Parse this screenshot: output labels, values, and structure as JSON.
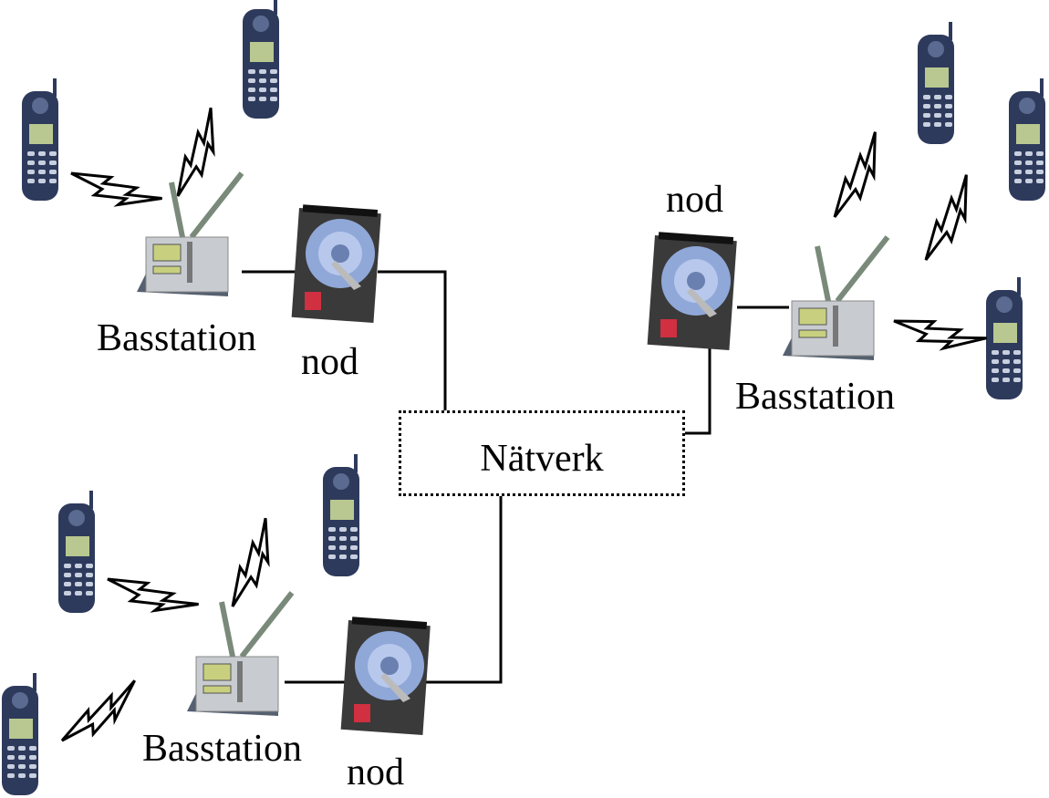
{
  "diagram": {
    "network": {
      "label": "Nätverk"
    },
    "clusters": [
      {
        "id": "top-left",
        "base_station_label": "Basstation",
        "node_label": "nod",
        "phones": 2
      },
      {
        "id": "right",
        "base_station_label": "Basstation",
        "node_label": "nod",
        "phones": 3
      },
      {
        "id": "bottom-left",
        "base_station_label": "Basstation",
        "node_label": "nod",
        "phones": 3
      }
    ],
    "colors": {
      "line": "#000000",
      "phone_body": "#2e3a5c",
      "phone_screen": "#b8c890",
      "disk_platter": "#8fa8d8",
      "disk_red": "#d03040",
      "station_body": "#c8ccd0"
    }
  }
}
